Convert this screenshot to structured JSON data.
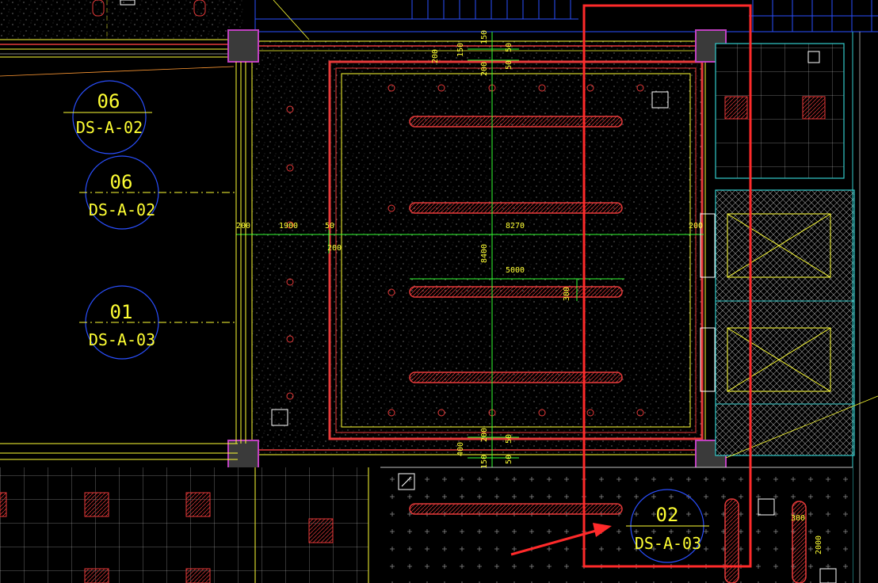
{
  "colors": {
    "background": "#000000",
    "yellow": "#ffff33",
    "red": "#e83a3a",
    "green": "#33ff33",
    "cyan": "#33cccc",
    "blue": "#2a4fff",
    "white": "#ffffff",
    "highlight": "#ff2a2a"
  },
  "callouts": [
    {
      "number": "06",
      "sheet": "DS-A-02"
    },
    {
      "number": "06",
      "sheet": "DS-A-02"
    },
    {
      "number": "01",
      "sheet": "DS-A-03"
    },
    {
      "number": "02",
      "sheet": "DS-A-03"
    }
  ],
  "dims": {
    "top_150": "150",
    "top_200a": "200",
    "top_150b": "150",
    "top_50a": "50",
    "top_50b": "50",
    "top_200b": "200",
    "row_200_left": "200",
    "row_1900": "1900",
    "row_50": "50",
    "row_8270": "8270",
    "row_200_right": "200",
    "v_200": "200",
    "v_8400": "8400",
    "d_5000": "5000",
    "d_300": "300",
    "bot_200": "200",
    "bot_400": "400",
    "bot_50a": "50",
    "bot_150": "150",
    "bot_50b": "50",
    "r_300": "300",
    "r_2000": "2000"
  },
  "annotation": {
    "type": "red-highlight-rectangle-with-arrow"
  }
}
